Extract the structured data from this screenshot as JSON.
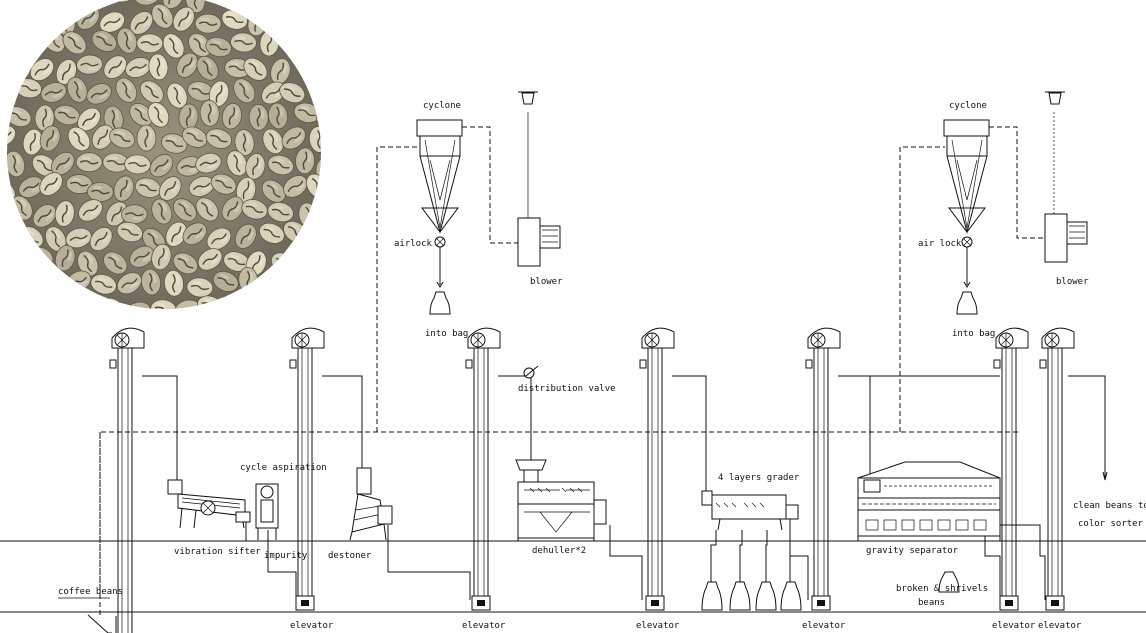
{
  "labels": {
    "cyclone": "cyclone",
    "airlock": "airlock",
    "air_lock": "air lock",
    "blower": "blower",
    "into_bag": "into bag",
    "distribution_valve": "distribution valve",
    "cycle_aspiration": "cycle aspiration",
    "vibration_sifter": "vibration sifter",
    "impurity": "impurity",
    "destoner": "destoner",
    "dehuller": "dehuller*2",
    "grader": "4 layers grader",
    "gravity_separator": "gravity separator",
    "clean_beans_line1": "clean beans to",
    "clean_beans_line2": "color sorter",
    "broken_line1": "broken & shrivels",
    "broken_line2": "beans",
    "coffee_beans": "coffee beans",
    "elevator": "elevator"
  },
  "icons": [
    "coffee-beans-photo",
    "cyclone-icon",
    "airlock-icon",
    "blower-icon",
    "bag-icon",
    "elevator-icon",
    "valve-icon"
  ],
  "colors": {
    "line": "#111111",
    "background": "#ffffff",
    "bean": "#c9c2ad"
  }
}
